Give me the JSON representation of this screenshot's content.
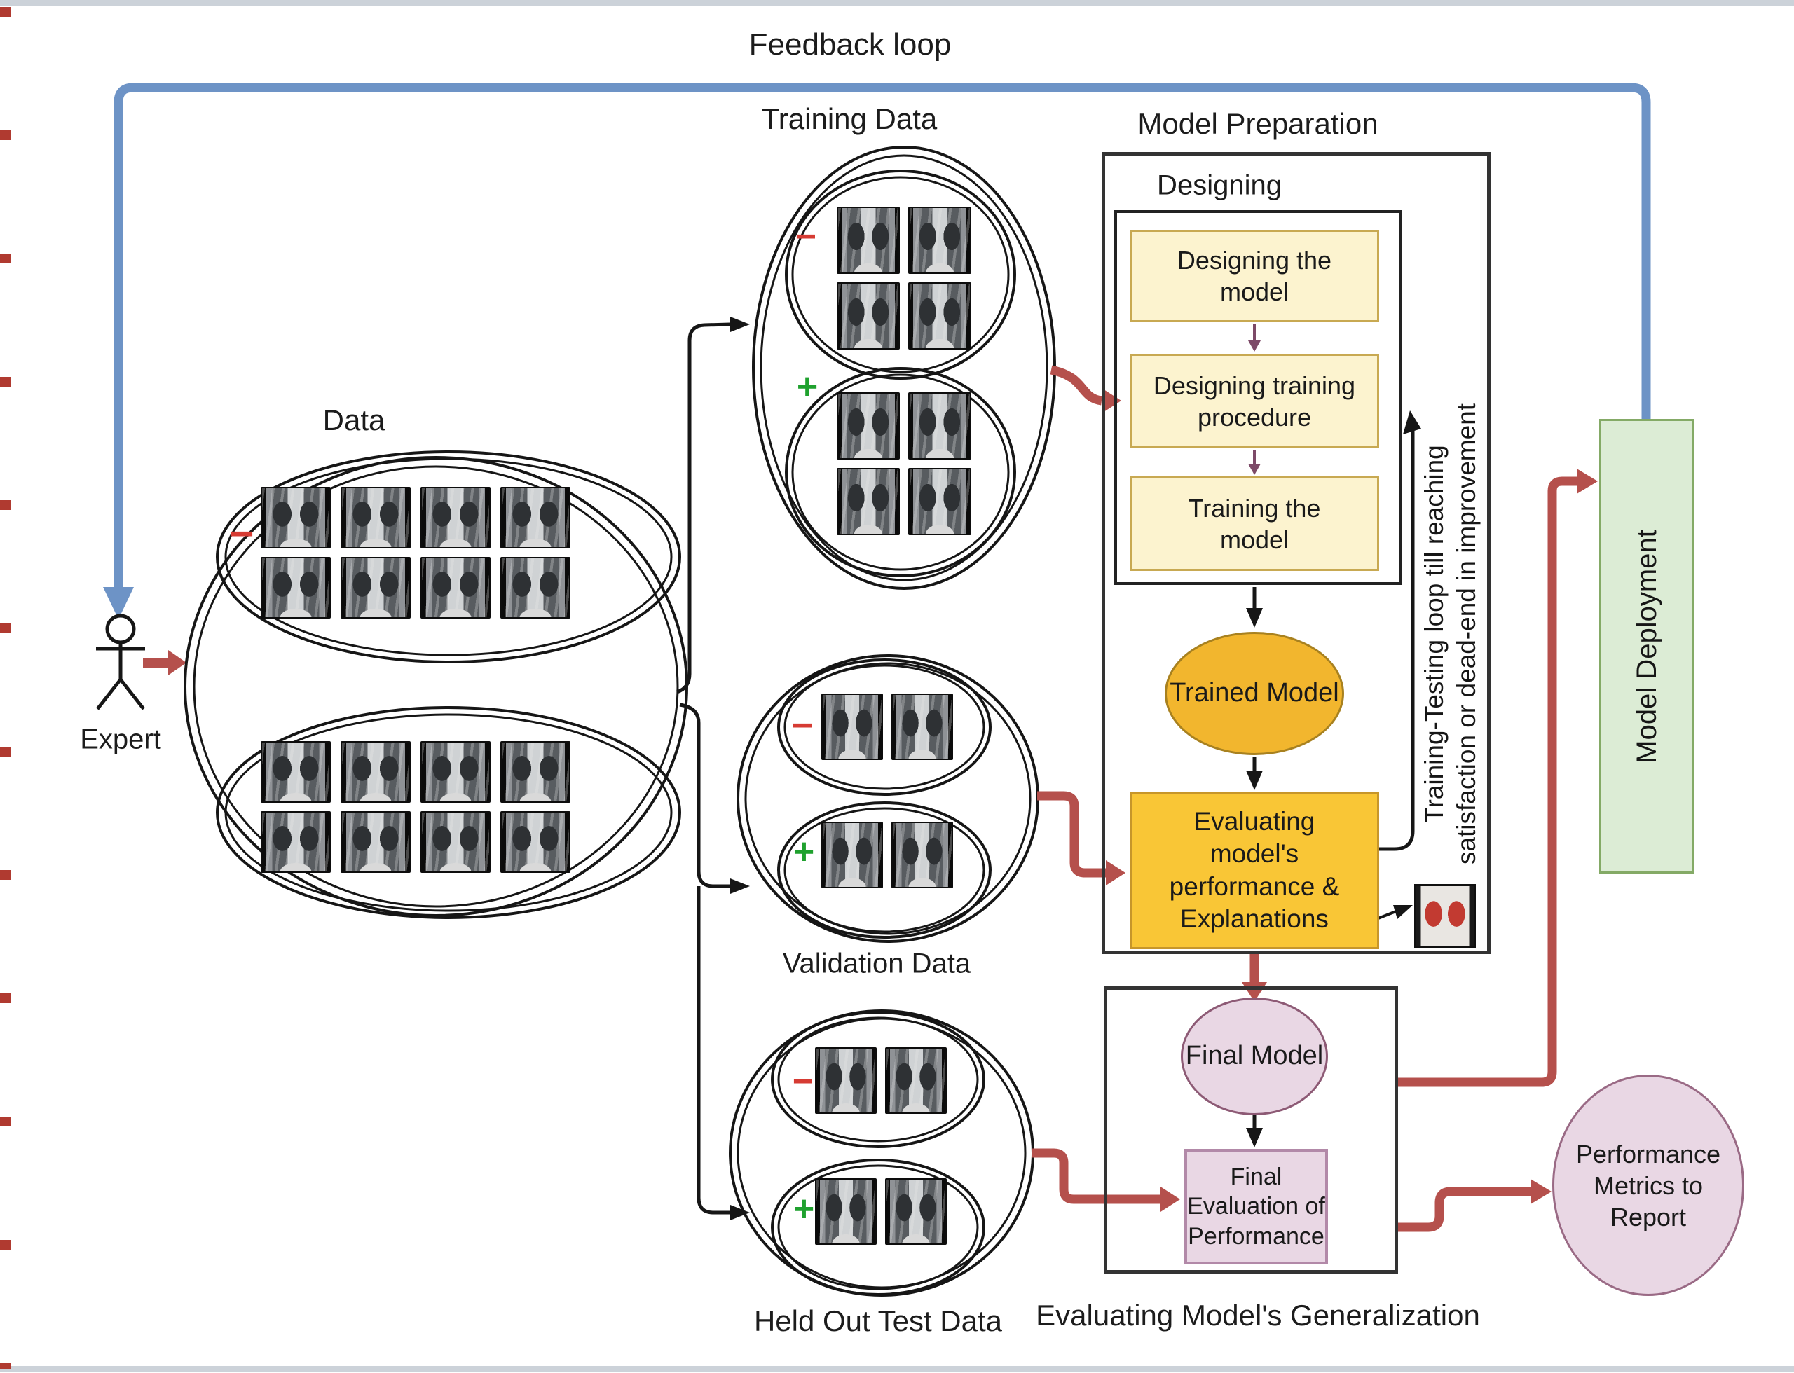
{
  "title": "Feedback loop",
  "expert": {
    "label": "Expert"
  },
  "signs": {
    "negative": "−",
    "positive": "+"
  },
  "datasets": {
    "data": {
      "label": "Data",
      "negative_count": 8,
      "positive_count": 8
    },
    "training": {
      "label": "Training Data",
      "negative_count": 4,
      "positive_count": 4
    },
    "validation": {
      "label": "Validation Data",
      "negative_count": 2,
      "positive_count": 2
    },
    "held_out_test": {
      "label": "Held Out Test Data",
      "negative_count": 2,
      "positive_count": 2
    }
  },
  "model_preparation": {
    "label": "Model Preparation",
    "designing_label": "Designing",
    "steps": [
      "Designing the\nmodel",
      "Designing training\nprocedure",
      "Training the\nmodel"
    ],
    "trained_model_label": "Trained Model",
    "evaluating_label": "Evaluating\nmodel's\nperformance &\nExplanations",
    "loop_note": "Training-Testing loop till reaching\nsatisfaction or dead-end in improvement"
  },
  "generalization": {
    "label": "Evaluating Model's Generalization",
    "final_model_label": "Final Model",
    "final_evaluation_label": "Final\nEvaluation of\nPerformance"
  },
  "deployment": {
    "label": "Model Deployment"
  },
  "report": {
    "label": "Performance\nMetrics to\nReport"
  },
  "colors": {
    "feedback_blue": "#6d93c6",
    "flow_red": "#b5504c",
    "step_yellow": "#fcf3cf",
    "model_gold": "#f2b62e",
    "evaluating_gold": "#f9c636",
    "deployment_green": "#dcecd5",
    "result_pink": "#e9d7e4",
    "negative_red": "#d63b33",
    "positive_green": "#1fa12e"
  }
}
